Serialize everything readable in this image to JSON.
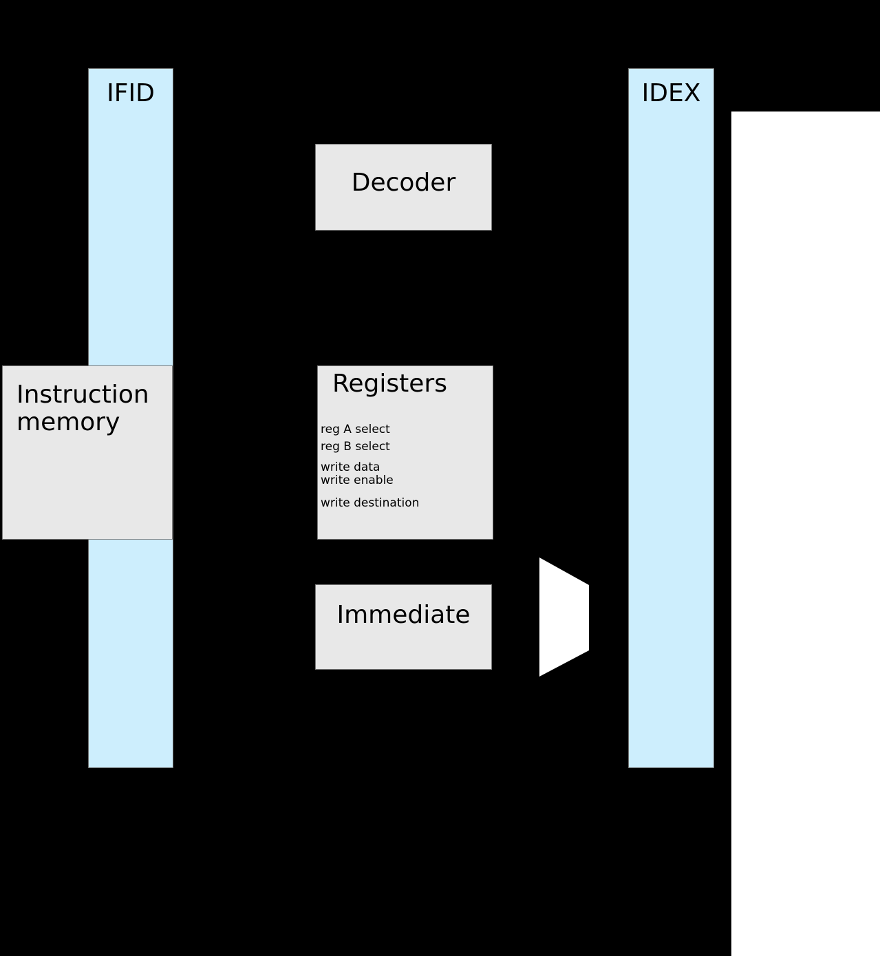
{
  "diagram": {
    "title": "CPU pipeline instruction decode stage",
    "background_color": "#000000",
    "panel_color": "#ffffff",
    "pipeline_register_color": "#cdeefd",
    "block_color": "#e8e8e8",
    "mux_color": "#ffffff",
    "outline_color": "#6d6d6d"
  },
  "pipeline_registers": [
    {
      "name": "ifid",
      "label": "IFID"
    },
    {
      "name": "idex",
      "label": "IDEX"
    }
  ],
  "blocks": {
    "instruction_memory": {
      "label": "Instruction\nmemory"
    },
    "decoder": {
      "label": "Decoder"
    },
    "immediate": {
      "label": "Immediate"
    },
    "registers": {
      "label": "Registers",
      "ports": [
        "reg A select",
        "reg B select",
        "write data",
        "write enable",
        "write destination"
      ]
    }
  },
  "mux": {
    "name": "operand-mux",
    "label": ""
  }
}
